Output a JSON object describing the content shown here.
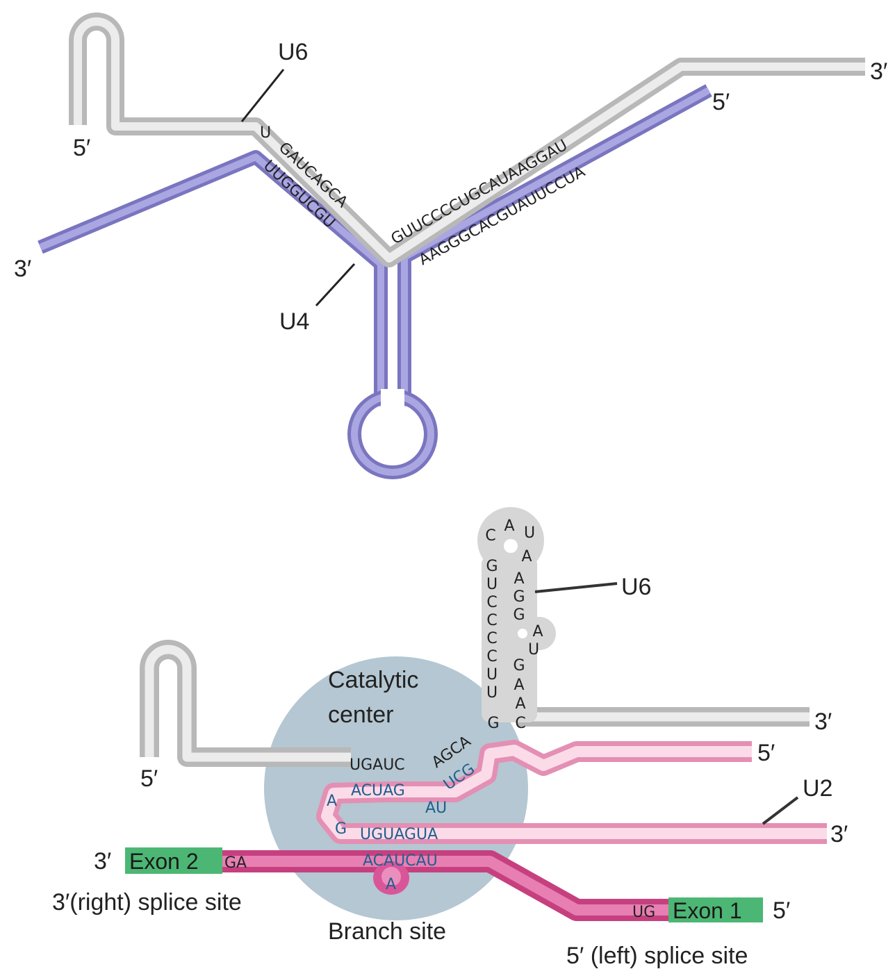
{
  "top": {
    "u6_label": "U6",
    "u4_label": "U4",
    "u6_5prime": "5′",
    "u6_3prime": "3′",
    "u4_5prime": "5′",
    "u4_3prime": "3′",
    "u6_single_nt": "U",
    "u6_seq_left": "GAUCAGCA",
    "u4_seq_left": "UUGGUCGU",
    "u6_seq_right": "GUUCCCCUGCAUAAGGAU",
    "u4_seq_right": "AAGGGCACGUAUUCCUA"
  },
  "bottom": {
    "catalytic_label_1": "Catalytic",
    "catalytic_label_2": "center",
    "u6_label": "U6",
    "u2_label": "U2",
    "u6_5prime": "5′",
    "u6_3prime": "3′",
    "u2_5prime": "5′",
    "u2_3prime": "3′",
    "pre_mrna_3prime": "3′",
    "pre_mrna_5prime": "5′",
    "exon2": "Exon 2",
    "exon1": "Exon 1",
    "ga": "GA",
    "ug": "UG",
    "u6_ugauc": "UGAUC",
    "u6_agca": "AGCA",
    "u2_ucg": "UCG",
    "u2_acuag": "ACUAG",
    "u2_a": "A",
    "u2_au": "AU",
    "u2_g": "G",
    "u2_uguagua": "UGUAGUA",
    "branch_acaucau": "ACAUCAU",
    "branch_a": "A",
    "stem_left": [
      "G",
      "U",
      "C",
      "C",
      "C",
      "C",
      "U",
      "U",
      "G"
    ],
    "stem_right": [
      "A",
      "G",
      "G",
      "G",
      "A",
      "A",
      "C"
    ],
    "loop_top": [
      "C",
      "A",
      "U",
      "A"
    ],
    "bulge": [
      "A",
      "U"
    ],
    "three_splice_label": "3′(right) splice site",
    "branch_site_label": "Branch site",
    "five_splice_label": "5′ (left) splice site"
  },
  "colors": {
    "u6": "#d8d8d8",
    "u4": "#9b97d6",
    "u2": "#f6c6d8",
    "pre_mrna": "#dd5f9f",
    "exon": "#4cb774",
    "catalytic": "#b4c7d2"
  }
}
